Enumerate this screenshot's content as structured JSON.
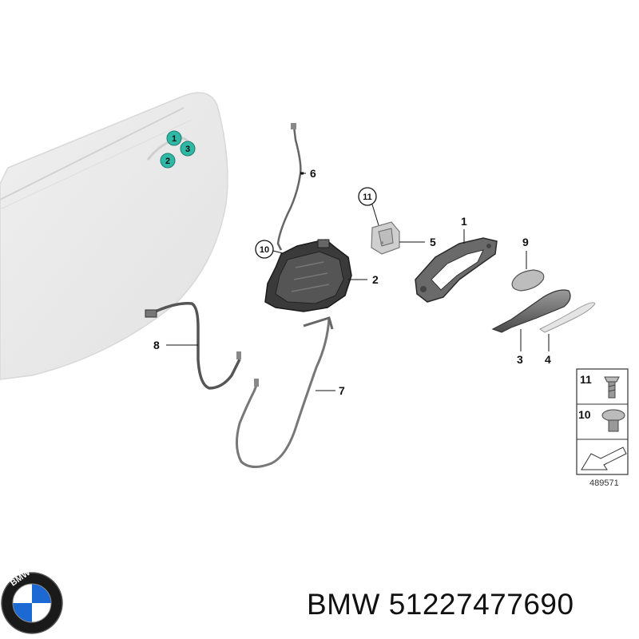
{
  "diagram": {
    "callouts": {
      "c1": "1",
      "c2": "2",
      "c3": "3",
      "c4": "4",
      "c5": "5",
      "c6": "6",
      "c7": "7",
      "c8": "8",
      "c9": "9"
    },
    "circled_callouts": {
      "c10": "10",
      "c11": "11"
    },
    "door_markers": {
      "m1": "1",
      "m2": "2",
      "m3": "3"
    },
    "legend": {
      "item_a": "11",
      "item_b": "10"
    },
    "reference_number": "489571"
  },
  "logo": {
    "letters": "BMW"
  },
  "caption": {
    "brand": "BMW",
    "part_number": "51227477690",
    "full": "BMW 51227477690"
  },
  "colors": {
    "marker_teal": "#2fb8a6",
    "door_grey": "#e9e9e9",
    "line_black": "#111111"
  }
}
